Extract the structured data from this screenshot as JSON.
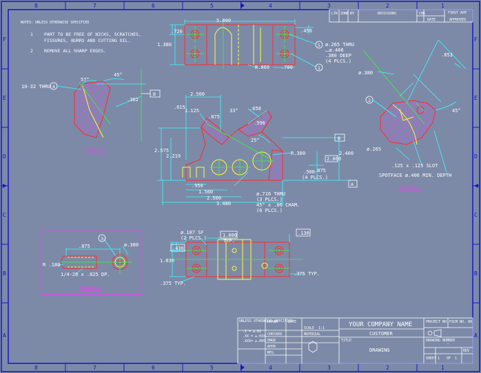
{
  "border": {
    "cols_top": [
      "8",
      "7",
      "6",
      "5",
      "4",
      "3",
      "2",
      "1"
    ],
    "cols_bottom": [
      "8",
      "7",
      "6",
      "5",
      "4",
      "3",
      "2",
      "1"
    ],
    "rows_left": [
      "F",
      "E",
      "D",
      "C",
      "B",
      "A"
    ],
    "rows_right": [
      "F",
      "E",
      "D",
      "C",
      "B",
      "A"
    ]
  },
  "revision_block": {
    "ltr": "LTR",
    "zone": "ZONE",
    "by": "BY",
    "revisions": "REVISIONS",
    "chk": "CHK",
    "date": "DATE",
    "approved": "APPROVED",
    "first_app": "FIRST APP"
  },
  "notes": {
    "title": "NOTES:  UNLESS OTHERWISE SPECIFIED",
    "n1": "1",
    "n1_line1": "PART TO BE FREE OF NICKS, SCRATCHES,",
    "n1_line2": "FISSURES, BURRS AND CUTTING OIL.",
    "n2": "2",
    "n2_text": "REMOVE ALL SHARP EDGES."
  },
  "top_view": {
    "d_5000": "5.000",
    "d_720": ".720",
    "d_1380": "1.380",
    "d_450": ".450",
    "d_r860": "R.860",
    "d_700": ".700",
    "callout5": "5",
    "callout1": "1",
    "hole_note_1": "ø.265 THRU",
    "hole_note_2": "⌴ø.406",
    "hole_note_3": ".380 DEEP",
    "hole_note_4": "(4 PLCS.)"
  },
  "detail_left": {
    "callout4": "4",
    "thread": "10-32 THRU",
    "a57": "57°",
    "a45": "45°",
    "d302": ".302",
    "datum": "B",
    "label": "SCALE 2"
  },
  "front_view": {
    "d_2500": "2.500",
    "d_615": ".615",
    "d_1125": "1.125",
    "d_875": ".875",
    "a33": "33°",
    "d_658": ".658",
    "d_596": ".596",
    "a25": "25°",
    "d_2575": "2.575",
    "d_2219": "2.219",
    "d_2400": "2.400",
    "d_2000": "2.000",
    "d_875b": ".875",
    "d_500": ".500",
    "d_r380": "R.380",
    "four_plcs": "(4 PLCS.)",
    "datum_b": "B",
    "datum_a": "A",
    "d_950": ".950",
    "d_1560": "1.560",
    "d_2500b": "2.500",
    "d_3480": "3.480",
    "hole_1": "ø.716 THRU",
    "hole_2": "(3 PLCS.)",
    "hole_3": "45° x .06 CHAM.",
    "hole_4": "(6 PLCS.)"
  },
  "detail_right": {
    "d_380": "ø.380",
    "d_853": ".853",
    "a45": "45°",
    "callout2": "2",
    "d_265": "ø.265",
    "slot": ".125 x .125 SLOT",
    "spotface": "SPOTFACE ø.406 MIN. DEPTH",
    "label": "SCALE 2"
  },
  "detail_bottom_left": {
    "callout3": "3",
    "d_875": ".875",
    "d_380": "ø.380",
    "r180": "R .180",
    "thread": "1/4-20 x .825 DP.",
    "label": "SCALE 2"
  },
  "bottom_view": {
    "sf_1": "ø.187 SF",
    "sf_2": "(2 PLCS.)",
    "d_1000": "1.000",
    "typ": "TYP.",
    "d_130": ".130",
    "d_430": ".430",
    "d_1630": "1.630",
    "d_375": ".375 TYP.",
    "d_375b": ".375 TYP."
  },
  "title_block": {
    "tol_head": "UNLESS OTHERWISE SPECIFIED",
    "tol_1": ".X  = ±.02",
    "tol_2": ".XX = ±.010",
    "tol_3": ".XXX= ±.005",
    "drawn": "DRAWN",
    "date": "DATE",
    "checked": "CHECKED",
    "engr": "ENGR",
    "appd": "APPD",
    "mfg": "MFG",
    "scale_lbl": "SCALE",
    "scale_val": "1:1",
    "material": "MATERIAL",
    "company": "YOUR COMPANY NAME",
    "customer": "CUSTOMER",
    "title_lbl": "TITLE",
    "drawing": "DRAWING",
    "project": "PROJECT NO.",
    "cage": "FSCM NO. 00",
    "dwg_no_lbl": "DRAWING NUMBER",
    "dwg_no": "-",
    "rev": "REV",
    "sheet": "SHEET",
    "of": "OF",
    "sheet_n": "1",
    "sheet_of": "1"
  }
}
